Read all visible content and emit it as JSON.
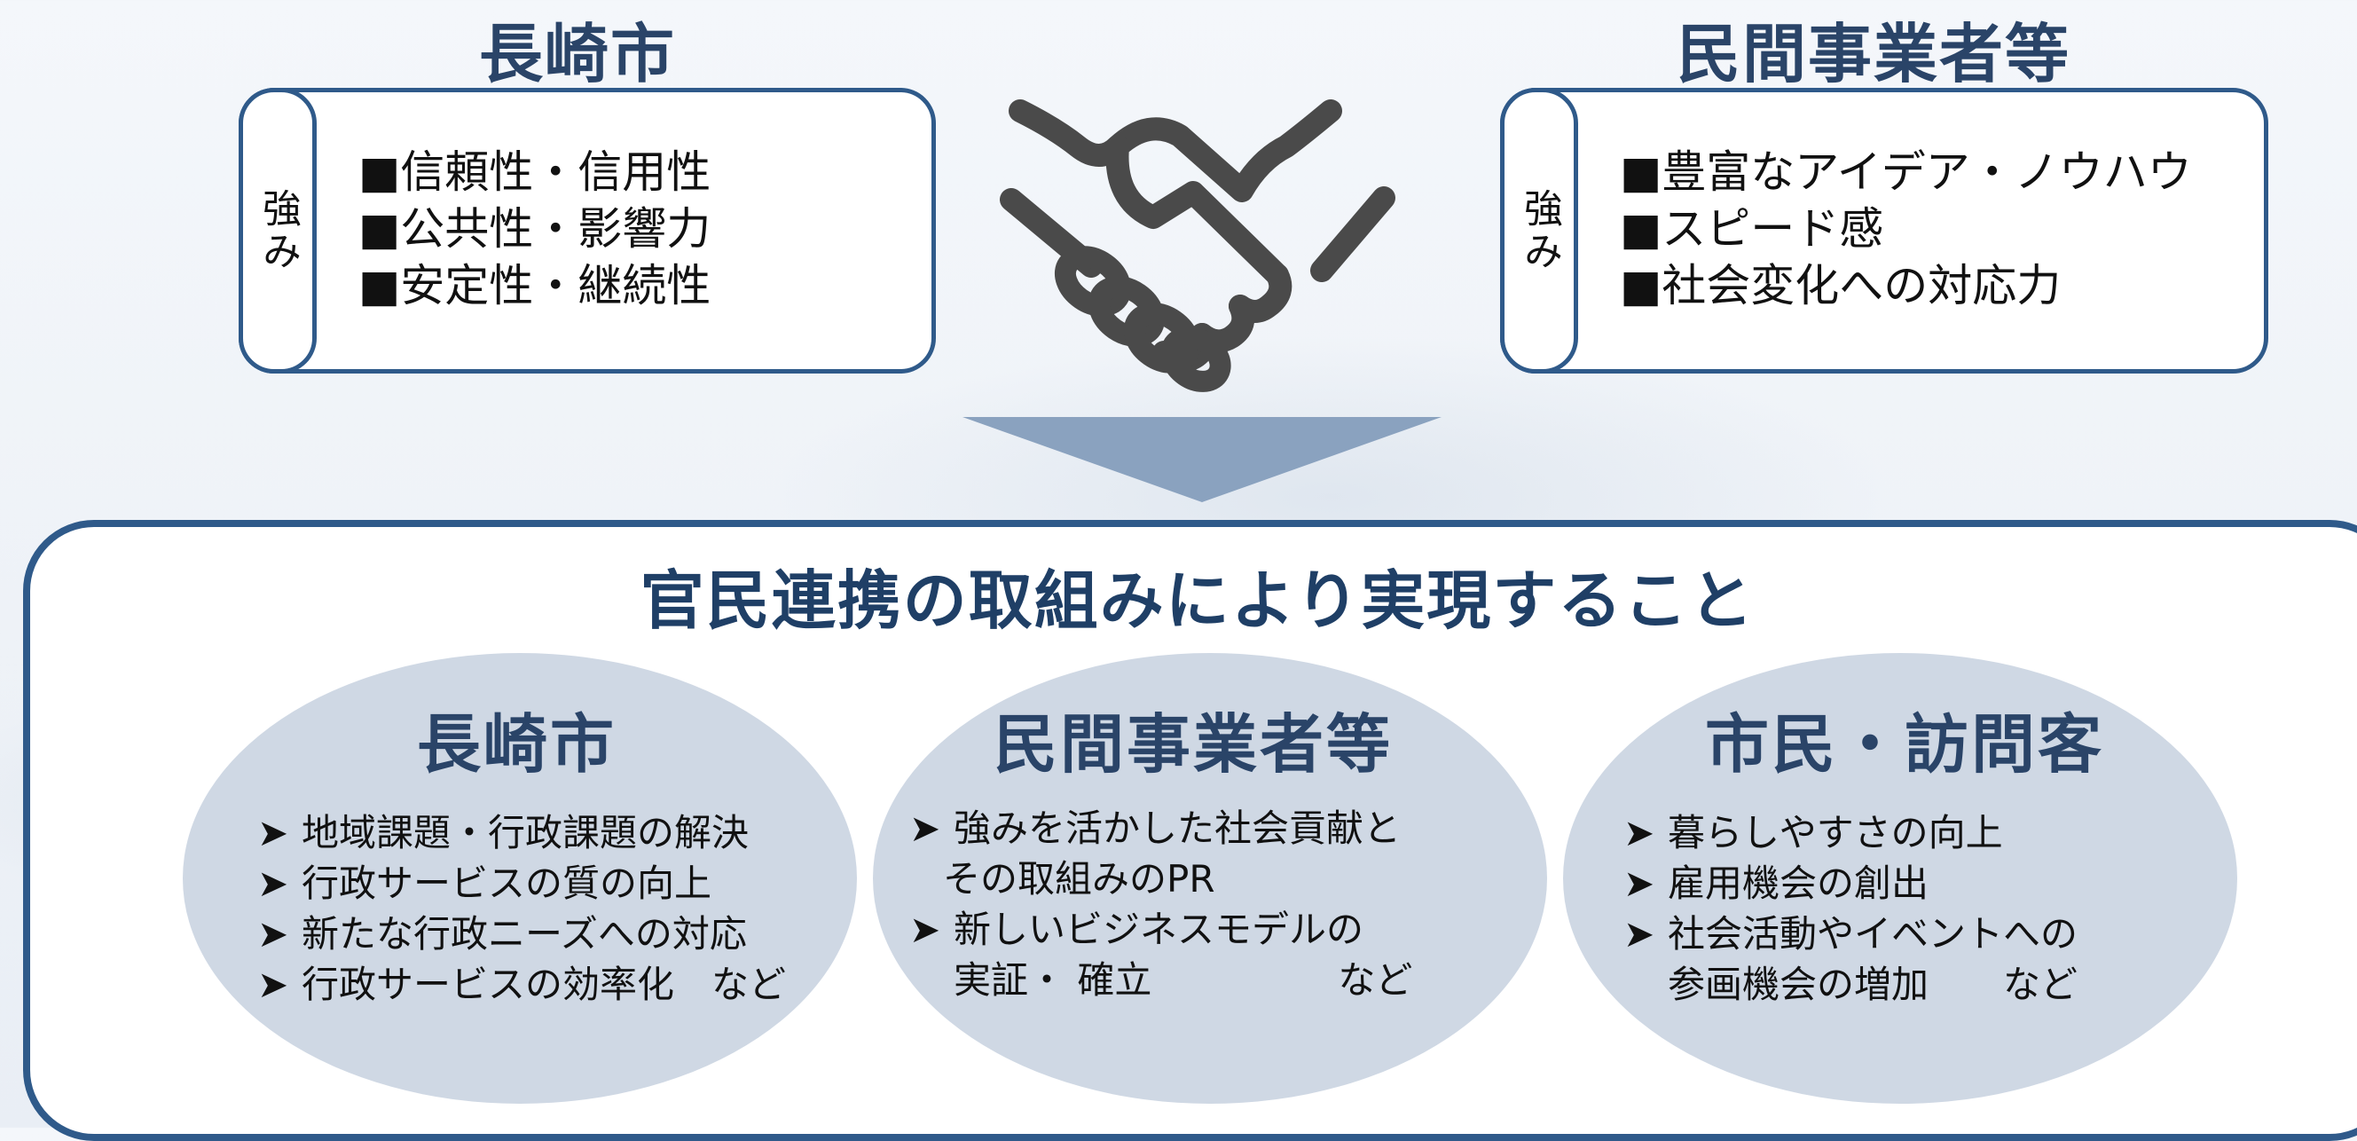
{
  "top": {
    "city": {
      "heading": "長崎市",
      "tab_label": "強み",
      "items": [
        "■信頼性・信用性",
        "■公共性・影響力",
        "■安定性・継続性"
      ]
    },
    "private": {
      "heading": "民間事業者等",
      "tab_label": "強み",
      "items": [
        "■豊富なアイデア・ノウハウ",
        "■スピード感",
        "■社会変化への対応力"
      ]
    }
  },
  "bottom": {
    "title": "官民連携の取組みにより実現すること",
    "bullet_mark": "➤",
    "groups": [
      {
        "title": "長崎市",
        "lines": [
          "地域課題・行政課題の解決",
          "行政サービスの質の向上",
          "新たな行政ニーズへの対応",
          "行政サービスの効率化　など"
        ]
      },
      {
        "title": "民間事業者等",
        "lines": [
          "強みを活かした社会貢献と",
          "その取組みのPR",
          "新しいビジネスモデルの",
          "実証・ 確立　　　　　など"
        ]
      },
      {
        "title": "市民・訪問客",
        "lines": [
          "暮らしやすさの向上",
          "雇用機会の創出",
          "社会活動やイベントへの",
          "参画機会の増加　　など"
        ]
      }
    ]
  },
  "colors": {
    "border": "#2f5a8a",
    "heading": "#2a4468",
    "ellipse_fill": "#cfd8e4",
    "arrow_fill": "#8aa2bf",
    "handshake": "#4a4a4a"
  },
  "icons": {
    "handshake": "handshake-icon",
    "down_arrow": "down-triangle-arrow"
  }
}
